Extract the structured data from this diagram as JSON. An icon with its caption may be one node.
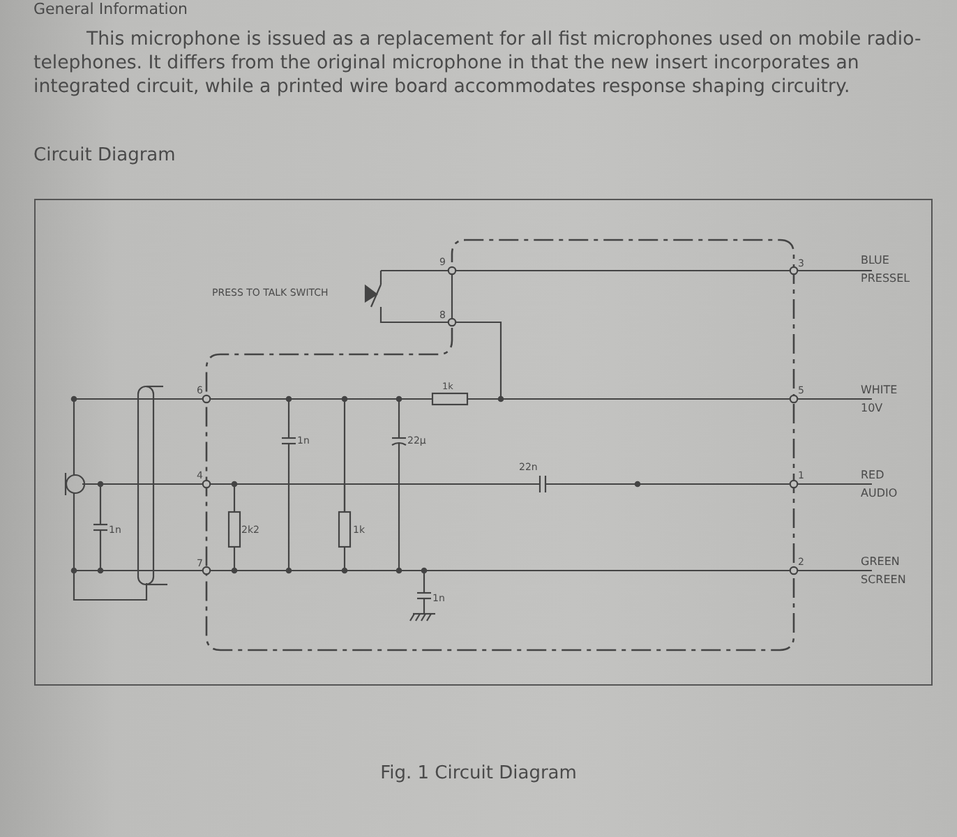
{
  "diagram": {
    "title": "Circuit Diagram",
    "caption": "Fig. 1 Circuit Diagram",
    "labels": [
      "General Information",
      "This microphone is issued as a replacement for all fist microphones used on mobile radio-telephones. It differs from the original microphone in that the new insert incorporates an integrated circuit, while a printed wire board accommodates response shaping circuitry.",
      "PRESS TO TALK SWITCH",
      "9",
      "8",
      "3",
      "BLUE",
      "PRESSEL",
      "1k",
      "6",
      "5",
      "WHITE",
      "10V",
      "1n",
      "22µ",
      "4",
      "22n",
      "1",
      "RED",
      "AUDIO",
      "1n",
      "2k2",
      "1k",
      "7",
      "2",
      "GREEN",
      "SCREEN",
      "1n"
    ]
  }
}
